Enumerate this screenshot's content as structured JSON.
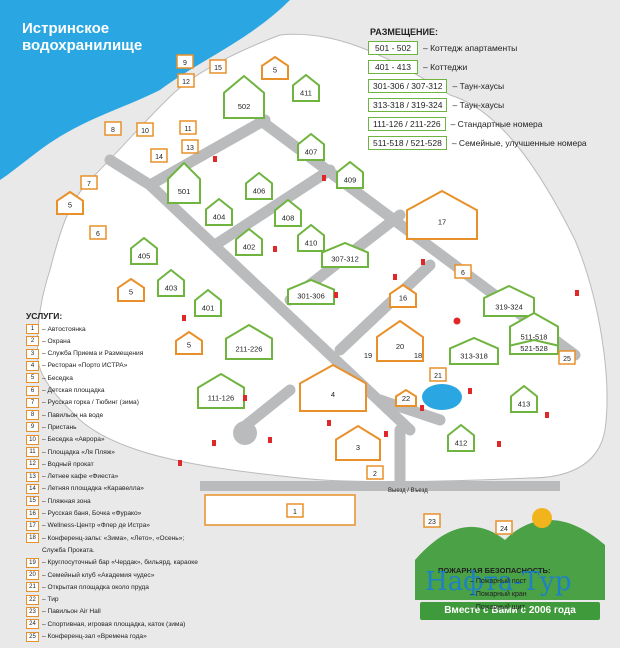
{
  "title_line1": "Истринское",
  "title_line2": "водохранилище",
  "accommodation": {
    "title": "РАЗМЕЩЕНИЕ:",
    "rows": [
      {
        "code": "501 - 502",
        "label": "Коттедж апартаменты"
      },
      {
        "code": "401 - 413",
        "label": "Коттеджи"
      },
      {
        "code": "301-306 / 307-312",
        "label": "Таун-хаусы"
      },
      {
        "code": "313-318 / 319-324",
        "label": "Таун-хаусы"
      },
      {
        "code": "111-126 / 211-226",
        "label": "Стандартные номера"
      },
      {
        "code": "511-518 / 521-528",
        "label": "Семейные, улучшенные номера"
      }
    ]
  },
  "services": {
    "title": "УСЛУГИ:",
    "items": [
      {
        "n": "1",
        "label": "Автостоянка"
      },
      {
        "n": "2",
        "label": "Охрана"
      },
      {
        "n": "3",
        "label": "Служба Приема и Размещения"
      },
      {
        "n": "4",
        "label": "Ресторан «Порто ИСТРА»"
      },
      {
        "n": "5",
        "label": "Беседка"
      },
      {
        "n": "6",
        "label": "Детская площадка"
      },
      {
        "n": "7",
        "label": "Русская горка / Тюбинг (зима)"
      },
      {
        "n": "8",
        "label": "Павильон на воде"
      },
      {
        "n": "9",
        "label": "Пристань"
      },
      {
        "n": "10",
        "label": "Беседка «Аврора»"
      },
      {
        "n": "11",
        "label": "Площадка «Ля Пляж»"
      },
      {
        "n": "12",
        "label": "Водный прокат"
      },
      {
        "n": "13",
        "label": "Летнее кафе «Фиеста»"
      },
      {
        "n": "14",
        "label": "Летняя площадка «Каравелла»"
      },
      {
        "n": "15",
        "label": "Пляжная зона"
      },
      {
        "n": "16",
        "label": "Русская баня, Бочка «Фурако»"
      },
      {
        "n": "17",
        "label": "Wellness-Центр «Флер де Истра»"
      },
      {
        "n": "18",
        "label": "Конференц-залы: «Зима», «Лето», «Осень»;"
      },
      {
        "n": "",
        "label": "Служба Проката."
      },
      {
        "n": "19",
        "label": "Круглосуточный бар «Чердак», бильярд, караоке"
      },
      {
        "n": "20",
        "label": "Семейный клуб «Академия чудес»"
      },
      {
        "n": "21",
        "label": "Открытая площадка около пруда"
      },
      {
        "n": "22",
        "label": "Тир"
      },
      {
        "n": "23",
        "label": "Павильон Air Hall"
      },
      {
        "n": "24",
        "label": "Спортивная, игровая площадка, каток (зима)"
      },
      {
        "n": "25",
        "label": "Конференц-зал «Времена года»"
      }
    ]
  },
  "fire": {
    "title": "ПОЖАРНАЯ БЕЗОПАСНОСТЬ:",
    "items": [
      "Пожарный пост",
      "Пожарный кран",
      "Пожарный щит"
    ]
  },
  "entrance": "Выезд / Въезд",
  "logo": "Нафта-Тур",
  "slogan": "Вместе с Вами с 2006 года",
  "green_houses": [
    {
      "label": "502"
    },
    {
      "label": "411"
    },
    {
      "label": "407"
    },
    {
      "label": "501"
    },
    {
      "label": "406"
    },
    {
      "label": "409"
    },
    {
      "label": "404"
    },
    {
      "label": "408"
    },
    {
      "label": "402"
    },
    {
      "label": "410"
    },
    {
      "label": "405"
    },
    {
      "label": "403"
    },
    {
      "label": "401"
    },
    {
      "label": "307-312"
    },
    {
      "label": "301-306"
    },
    {
      "label": "211-226"
    },
    {
      "label": "111-126"
    },
    {
      "label": "319-324"
    },
    {
      "label": "313-318"
    },
    {
      "label": "413"
    },
    {
      "label": "412"
    },
    {
      "label": "511-518"
    },
    {
      "label": "521-528"
    }
  ],
  "orange_houses": [
    {
      "label": "5"
    },
    {
      "label": "5"
    },
    {
      "label": "5"
    },
    {
      "label": "5"
    },
    {
      "label": "17"
    },
    {
      "label": "16"
    },
    {
      "label": "20"
    },
    {
      "label": "19"
    },
    {
      "label": "18"
    },
    {
      "label": "4"
    },
    {
      "label": "3"
    },
    {
      "label": "22"
    }
  ],
  "num_boxes": [
    {
      "label": "9"
    },
    {
      "label": "15"
    },
    {
      "label": "12"
    },
    {
      "label": "8"
    },
    {
      "label": "10"
    },
    {
      "label": "11"
    },
    {
      "label": "13"
    },
    {
      "label": "14"
    },
    {
      "label": "7"
    },
    {
      "label": "6"
    },
    {
      "label": "6"
    },
    {
      "label": "21"
    },
    {
      "label": "2"
    },
    {
      "label": "1"
    },
    {
      "label": "23"
    },
    {
      "label": "24"
    },
    {
      "label": "25"
    }
  ]
}
